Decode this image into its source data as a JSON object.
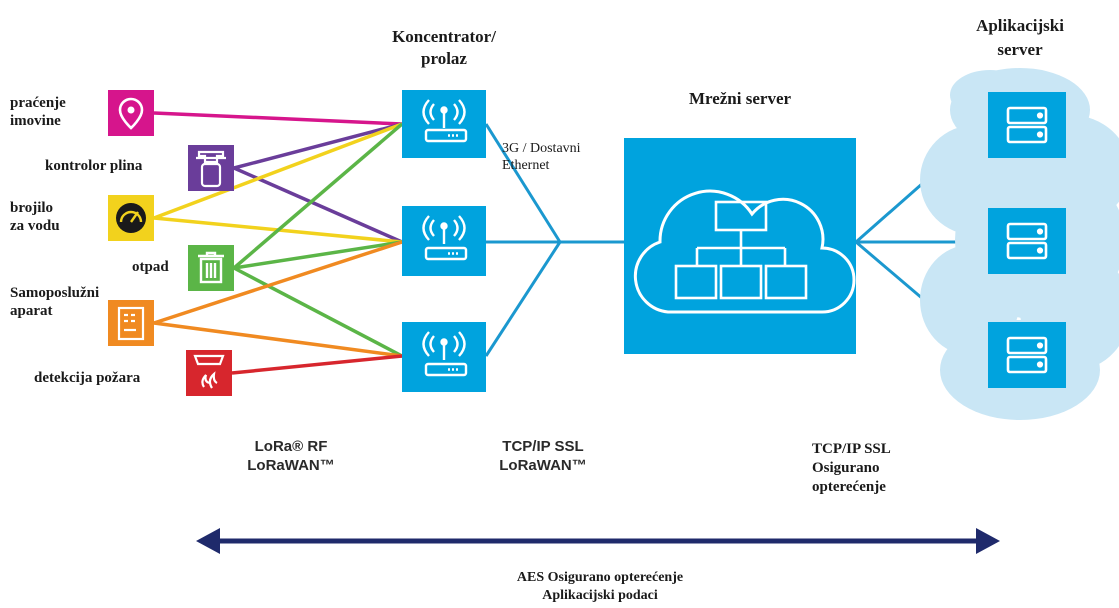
{
  "colors": {
    "blue": "#00a3de",
    "cloud_bg": "#c9e6f5",
    "line_blue": "#1b98cf",
    "navy": "#1f2a6b",
    "magenta": "#d6158c",
    "purple": "#6a3d9a",
    "yellow": "#f2d21d",
    "green": "#5bb547",
    "orange": "#f08a21",
    "red": "#d7262d"
  },
  "devices": [
    {
      "name": "location-pin-icon",
      "color": "#d6158c",
      "label_lines": [
        "praćenje",
        "imovine"
      ]
    },
    {
      "name": "gas-meter-icon",
      "color": "#6a3d9a",
      "label_lines": [
        "kontrolor plina"
      ]
    },
    {
      "name": "water-meter-icon",
      "color": "#f2d21d",
      "label_lines": [
        "brojilo",
        "za vodu"
      ]
    },
    {
      "name": "trash-bin-icon",
      "color": "#5bb547",
      "label_lines": [
        "otpad"
      ]
    },
    {
      "name": "vending-machine-icon",
      "color": "#f08a21",
      "label_lines": [
        "Samoposlužni",
        "aparat"
      ]
    },
    {
      "name": "fire-alarm-icon",
      "color": "#d7262d",
      "label_lines": [
        "detekcija požara"
      ]
    }
  ],
  "labels": {
    "gateway_title": [
      "Koncentrator/",
      "prolaz"
    ],
    "network_server_title": "Mrežni server",
    "app_server_title": [
      "Aplikacijski",
      "server"
    ],
    "backhaul": [
      "3G / Dostavni",
      "Ethernet"
    ],
    "lora_rf": [
      "LoRa® RF",
      "LoRaWAN™"
    ],
    "tcpip_lorawan": [
      "TCP/IP SSL",
      "LoRaWAN™"
    ],
    "tcpip_payload": [
      "TCP/IP SSL",
      "Osigurano",
      "opterećenje"
    ],
    "aes": [
      "AES Osigurano opterećenje",
      "Aplikacijski podaci"
    ]
  }
}
